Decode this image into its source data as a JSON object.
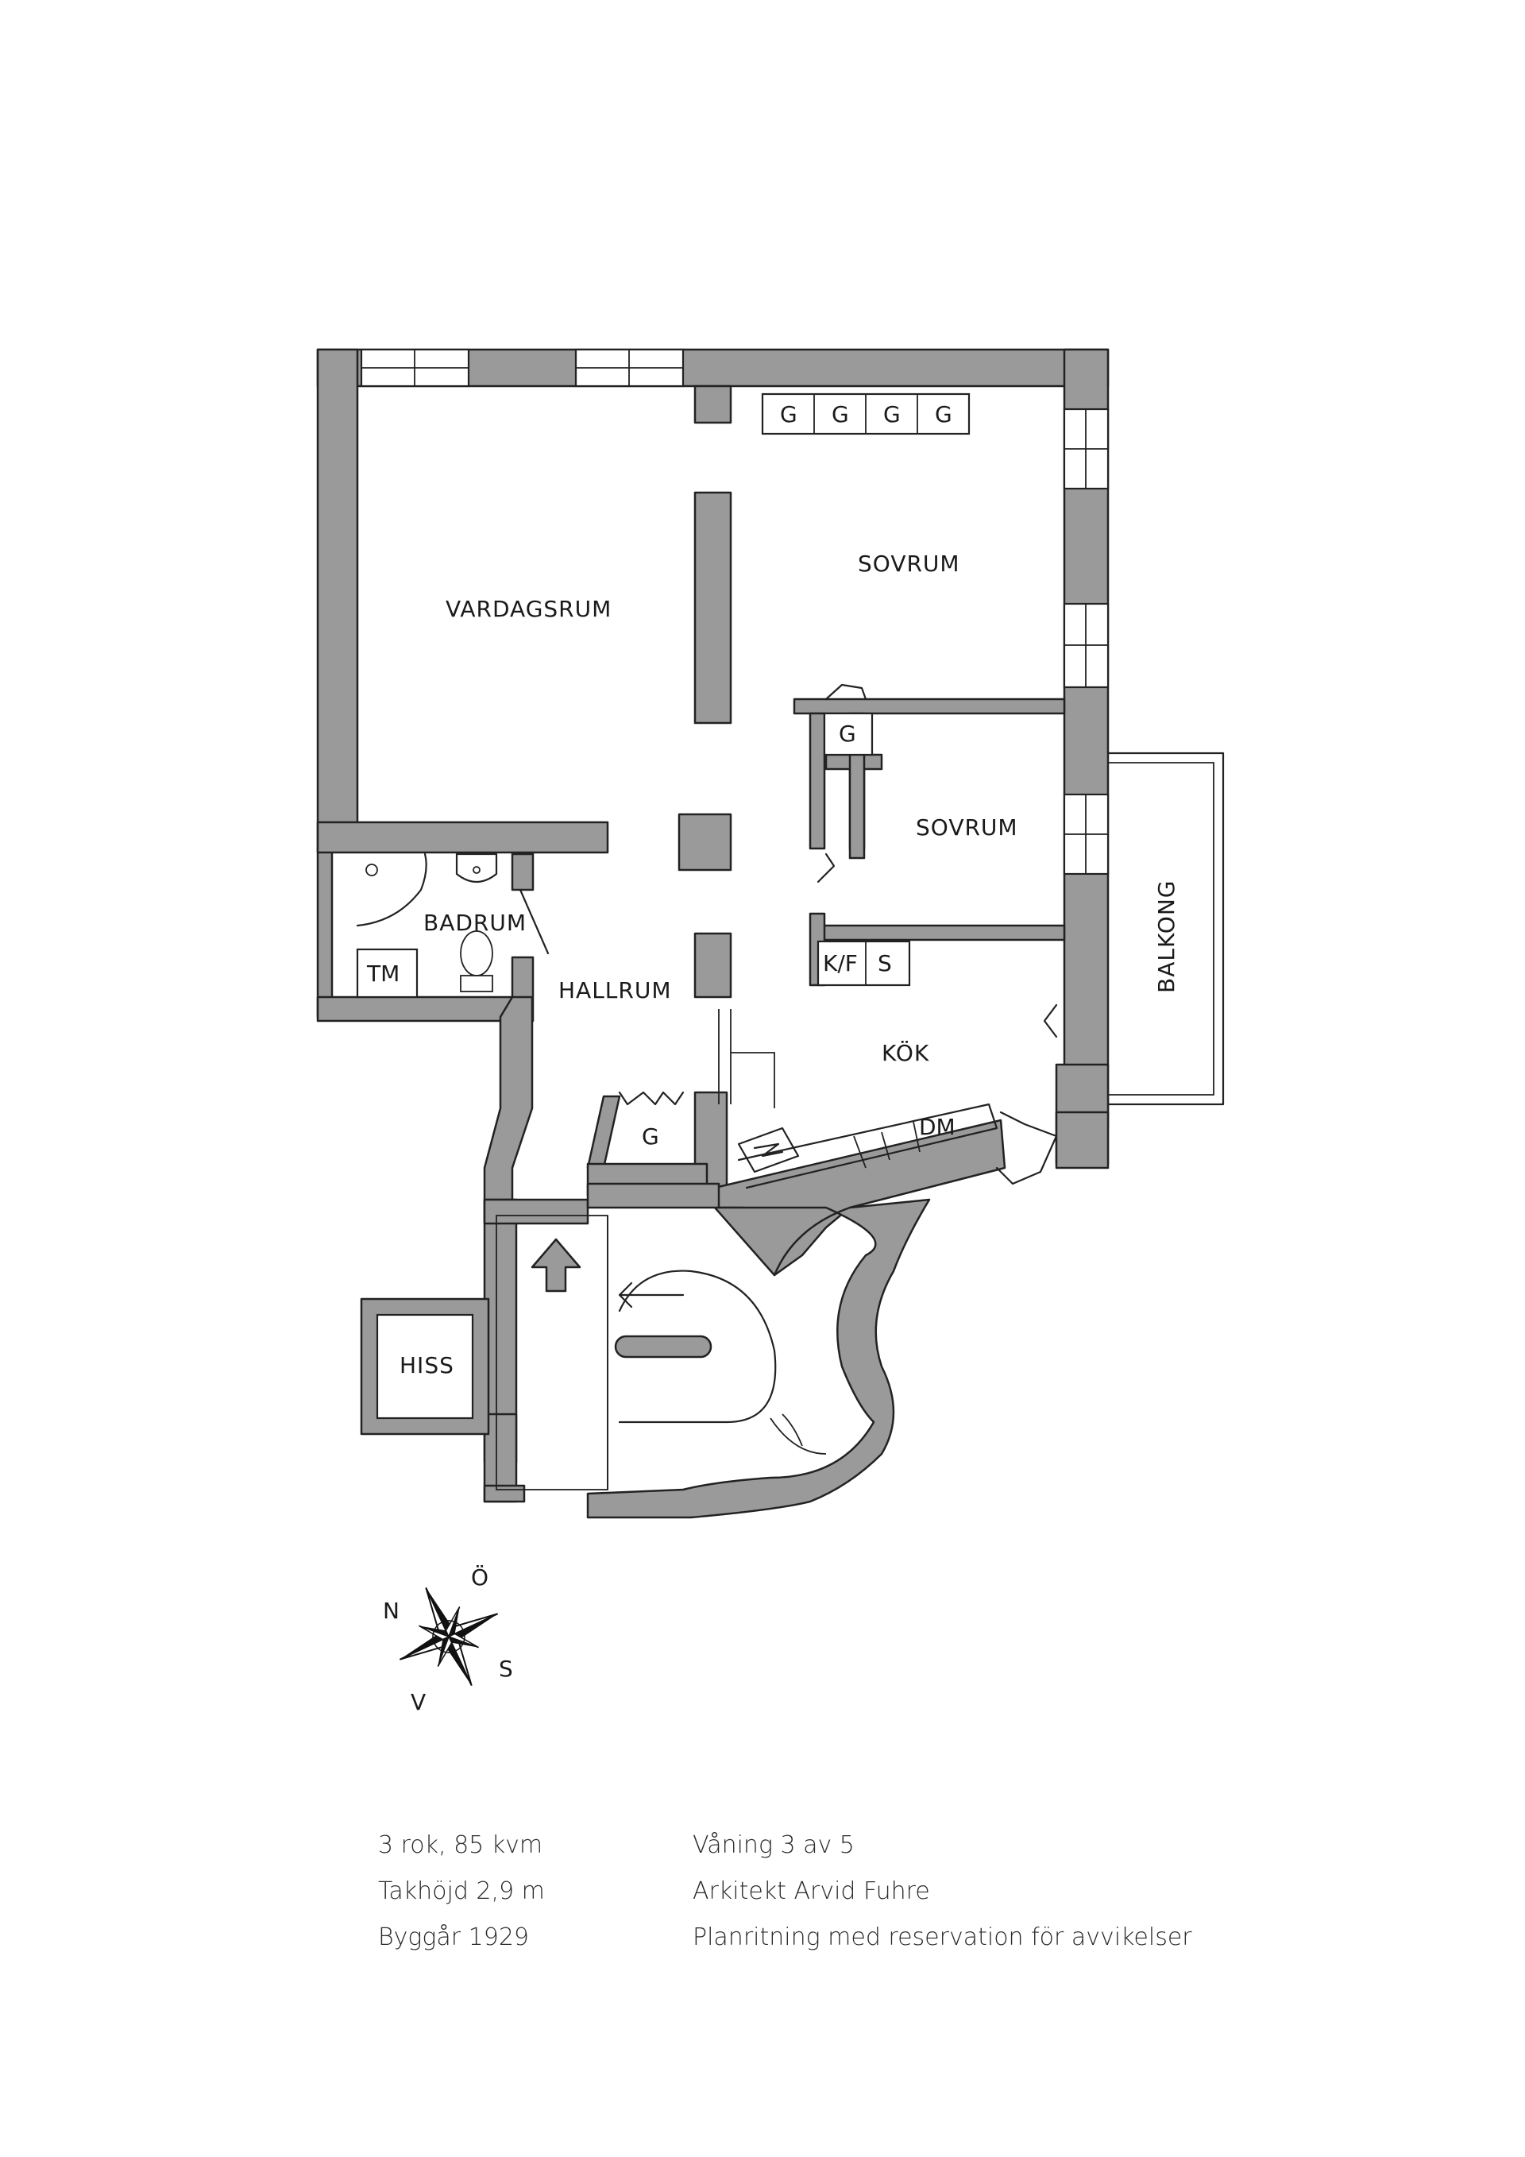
{
  "rooms": {
    "vardagsrum": "VARDAGSRUM",
    "sovrum_1": "SOVRUM",
    "sovrum_2": "SOVRUM",
    "badrum": "BADRUM",
    "hallrum": "HALLRUM",
    "kok": "KÖK",
    "balkong": "BALKONG",
    "hiss": "HISS"
  },
  "fixtures": {
    "wardrobe_1": "G",
    "wardrobe_2": "G",
    "wardrobe_3": "G",
    "wardrobe_4": "G",
    "wardrobe_sovrum": "G",
    "wardrobe_hall": "G",
    "fridge_freezer": "K/F",
    "storage": "S",
    "washing_machine": "TM",
    "dishwasher": "DM"
  },
  "compass": {
    "north": "N",
    "east": "Ö",
    "south": "S",
    "west": "V"
  },
  "info": {
    "left": [
      "3 rok, 85 kvm",
      "Takhöjd 2,9 m",
      "Byggår 1929"
    ],
    "right": [
      "Våning 3 av 5",
      "Arkitekt Arvid Fuhre",
      "Planritning med reservation för avvikelser"
    ]
  }
}
